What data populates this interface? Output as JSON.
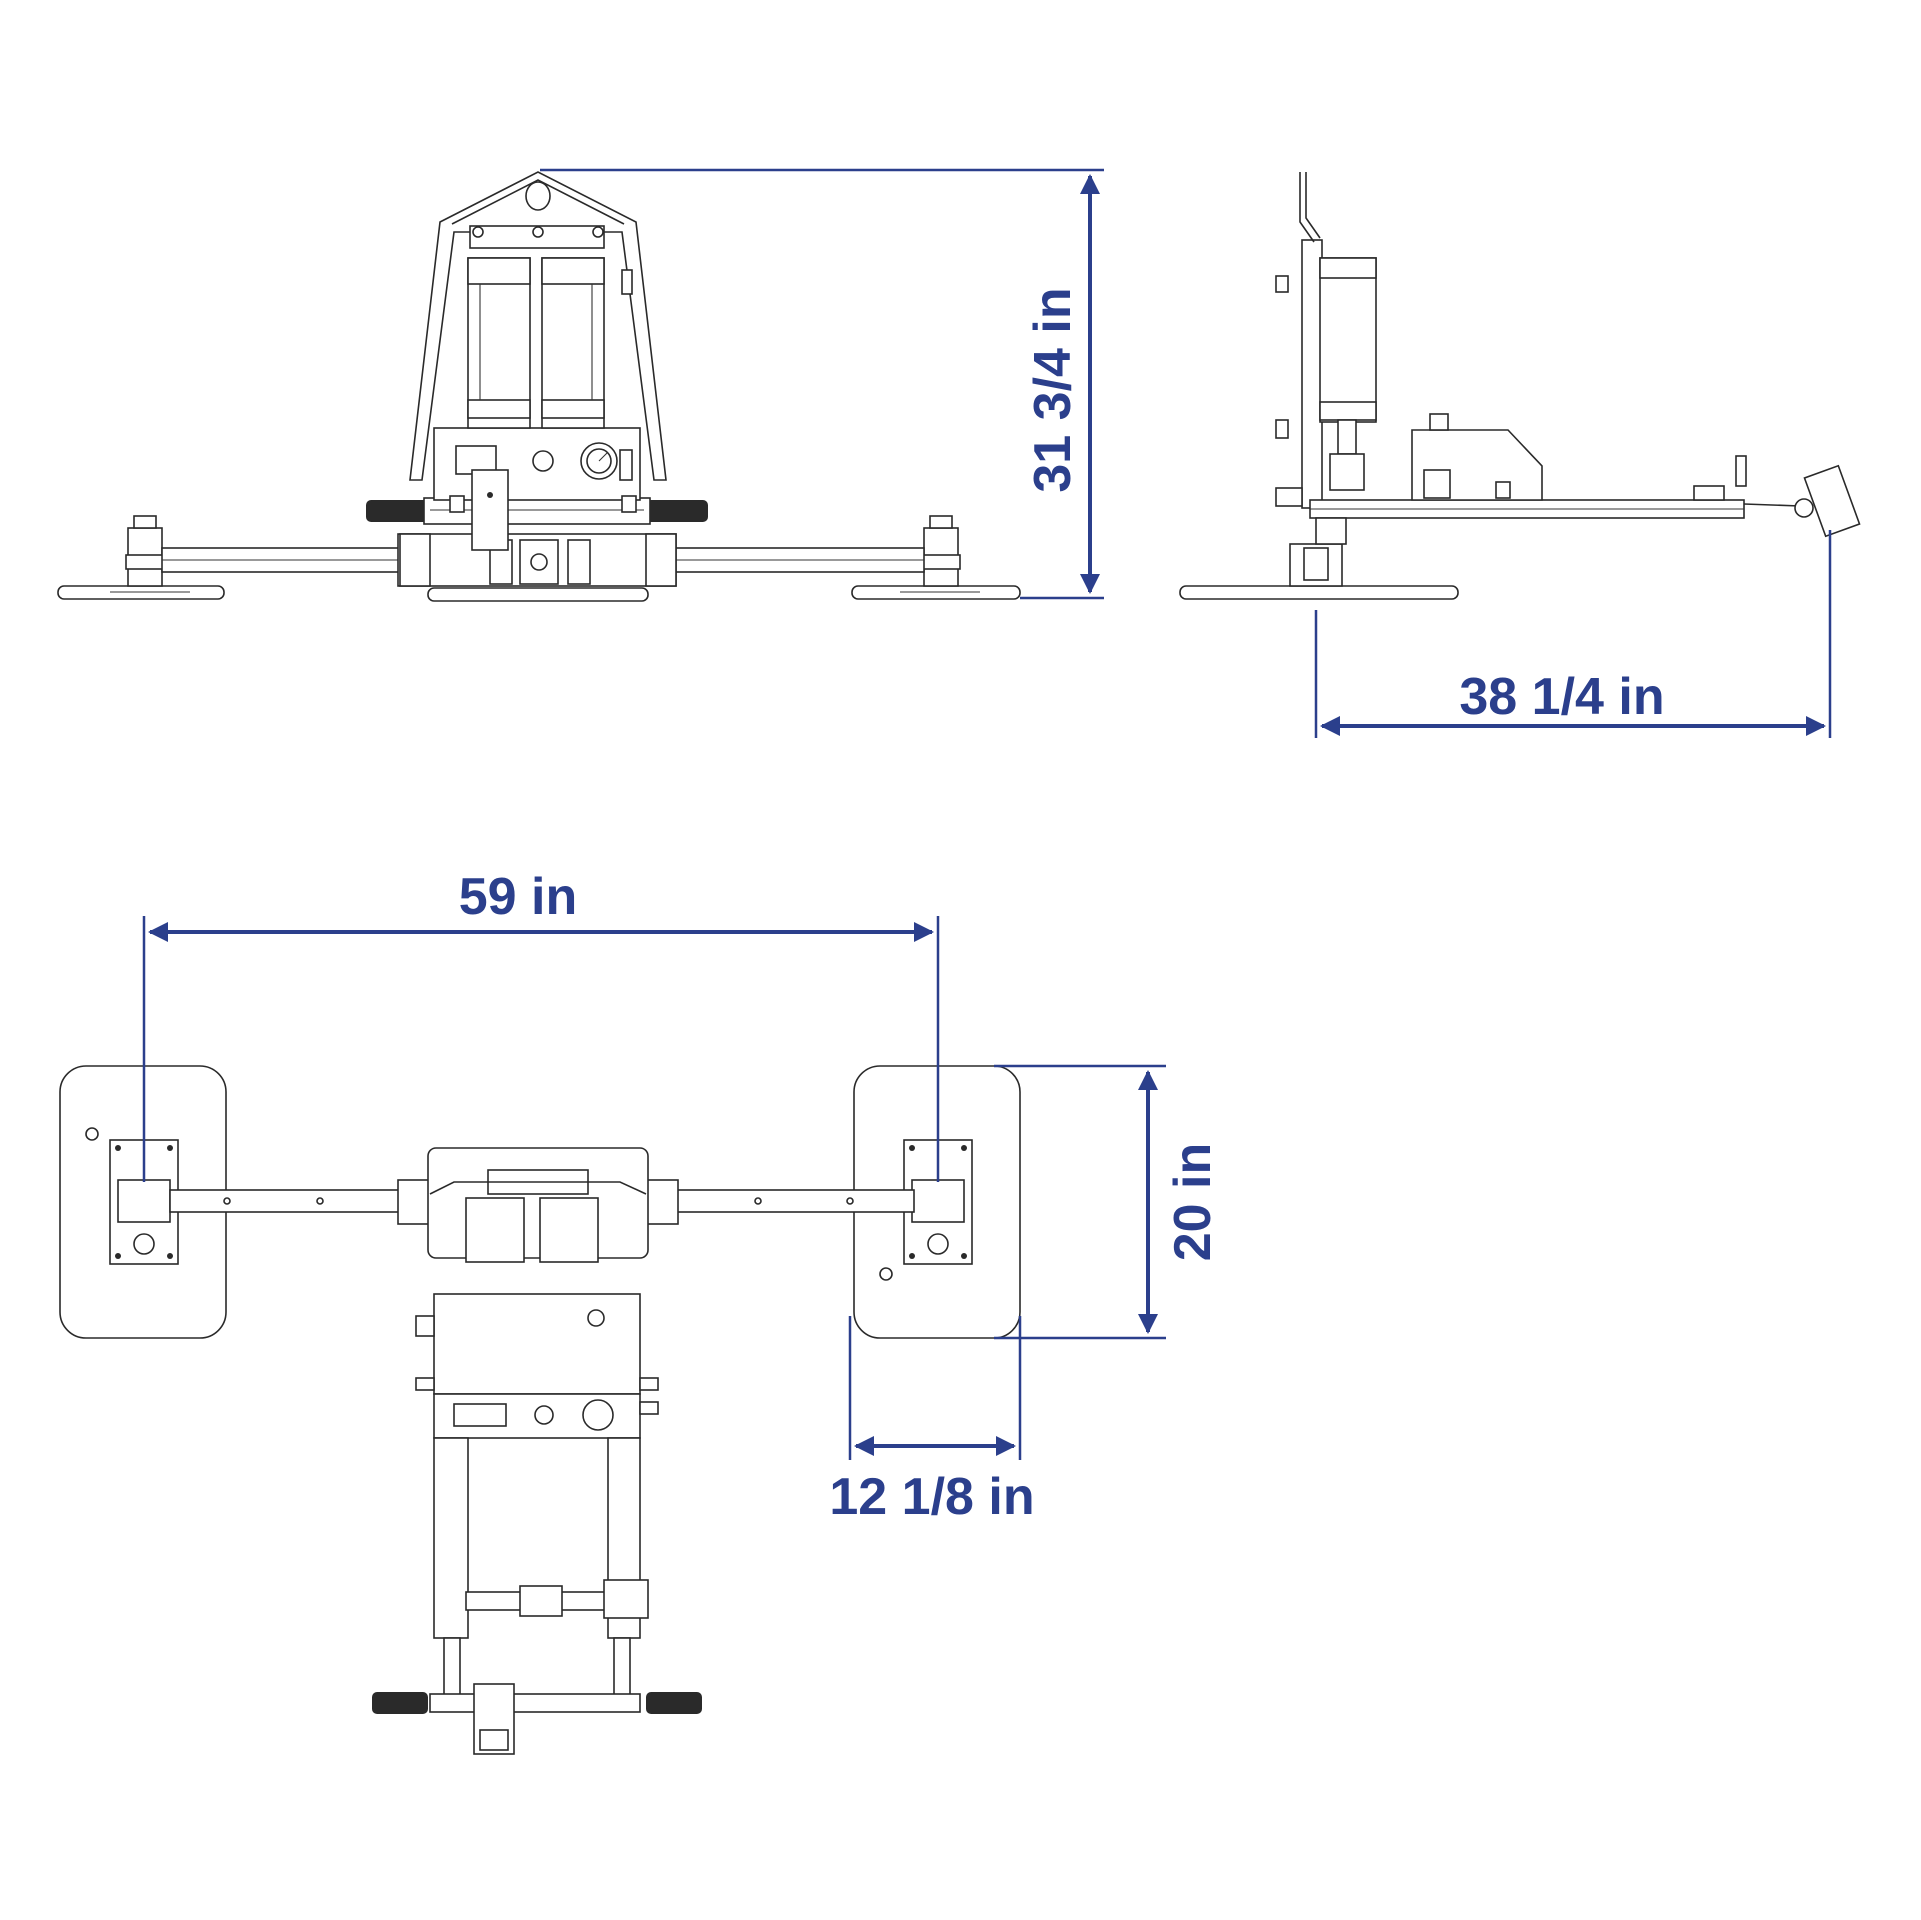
{
  "dimension_labels": {
    "height": "31 3/4 in",
    "depth": "38 1/4 in",
    "pad_spacing": "59 in",
    "pad_height": "20 in",
    "pad_width": "12 1/8 in"
  },
  "colors": {
    "dimension": "#2b3f8c",
    "line": "#2a2a2a",
    "background": "#ffffff"
  }
}
